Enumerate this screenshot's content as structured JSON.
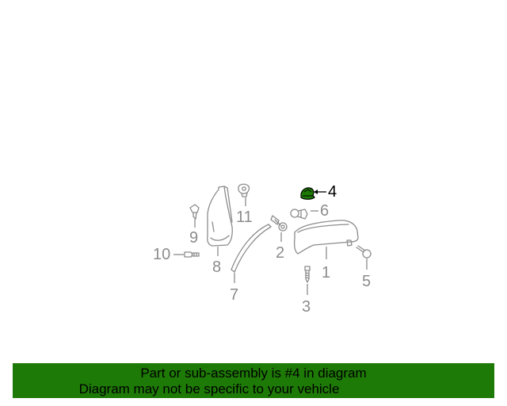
{
  "diagram": {
    "highlighted_part": "4",
    "callouts": [
      {
        "id": "p1",
        "label": "1"
      },
      {
        "id": "p2",
        "label": "2"
      },
      {
        "id": "p3",
        "label": "3"
      },
      {
        "id": "p4",
        "label": "4"
      },
      {
        "id": "p5",
        "label": "5"
      },
      {
        "id": "p6",
        "label": "6"
      },
      {
        "id": "p7",
        "label": "7"
      },
      {
        "id": "p8",
        "label": "8"
      },
      {
        "id": "p9",
        "label": "9"
      },
      {
        "id": "p10",
        "label": "10"
      },
      {
        "id": "p11",
        "label": "11"
      }
    ],
    "colors": {
      "line_art": "#8c8c8c",
      "highlight_part": "#1e7a06",
      "highlight_text": "#000000"
    }
  },
  "banner": {
    "line1": "Part or sub-assembly is #4 in diagram",
    "line2": "Diagram may not be specific to your vehicle",
    "background": "#1e7a06"
  }
}
